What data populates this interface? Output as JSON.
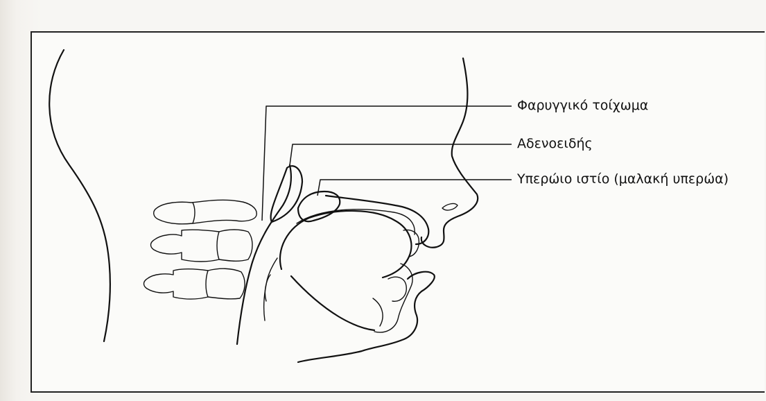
{
  "labels": {
    "pharyngeal_wall": "Φαρυγγικό τοίχωμα",
    "adenoids": "Αδενοειδής",
    "soft_palate": "Υπερώιο ιστίο (μαλακή υπερώα)"
  }
}
